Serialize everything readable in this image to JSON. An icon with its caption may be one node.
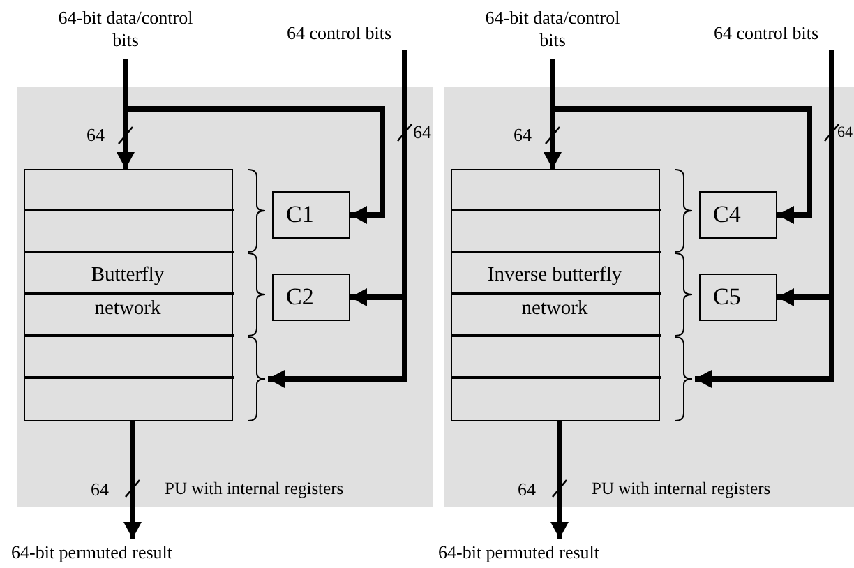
{
  "diagram": {
    "nodes": [
      {
        "text": [
          "PU with internal registers"
        ]
      },
      {
        "text": [
          "64-bit data/control bits"
        ]
      },
      {
        "text": [
          "64 control bits"
        ]
      },
      {
        "text": [
          "Butterfly network"
        ],
        "in": 0
      },
      {
        "text": [],
        "shape": "brace",
        "in": 0
      },
      {
        "text": [],
        "shape": "brace",
        "in": 0
      },
      {
        "text": [],
        "shape": "brace",
        "in": 0
      },
      {
        "text": [
          "C1"
        ],
        "in": 0
      },
      {
        "text": [
          "C2"
        ],
        "in": 0
      },
      {
        "text": [
          "64-bit permuted result"
        ]
      },
      {
        "text": [
          "PU with internal registers"
        ]
      },
      {
        "text": [
          "64-bit data/control bits"
        ]
      },
      {
        "text": [
          "64 control bits"
        ]
      },
      {
        "text": [
          "Inverse butterfly network"
        ],
        "in": 10
      },
      {
        "text": [],
        "shape": "brace",
        "in": 10
      },
      {
        "text": [],
        "shape": "brace",
        "in": 10
      },
      {
        "text": [],
        "shape": "brace",
        "in": 10
      },
      {
        "text": [
          "C4"
        ],
        "in": 10
      },
      {
        "text": [
          "C5"
        ],
        "in": 10
      },
      {
        "text": [
          "64-bit permuted result"
        ]
      }
    ],
    "edges": [
      {
        "from": 1,
        "to": 3,
        "arrow": "to"
      },
      {
        "from": 1,
        "to": 7,
        "arrow": "to"
      },
      {
        "from": 2,
        "to": 8,
        "arrow": "to"
      },
      {
        "from": 2,
        "to": 6,
        "arrow": "to"
      },
      {
        "from": 3,
        "to": 9,
        "arrow": "to"
      },
      {
        "from": 11,
        "to": 13,
        "arrow": "to"
      },
      {
        "from": 11,
        "to": 17,
        "arrow": "to"
      },
      {
        "from": 12,
        "to": 18,
        "arrow": "to"
      },
      {
        "from": 12,
        "to": 16,
        "arrow": "to"
      },
      {
        "from": 13,
        "to": 19,
        "arrow": "to"
      }
    ],
    "labels": [
      "64",
      "64",
      "64",
      "64",
      "64",
      "64"
    ]
  }
}
